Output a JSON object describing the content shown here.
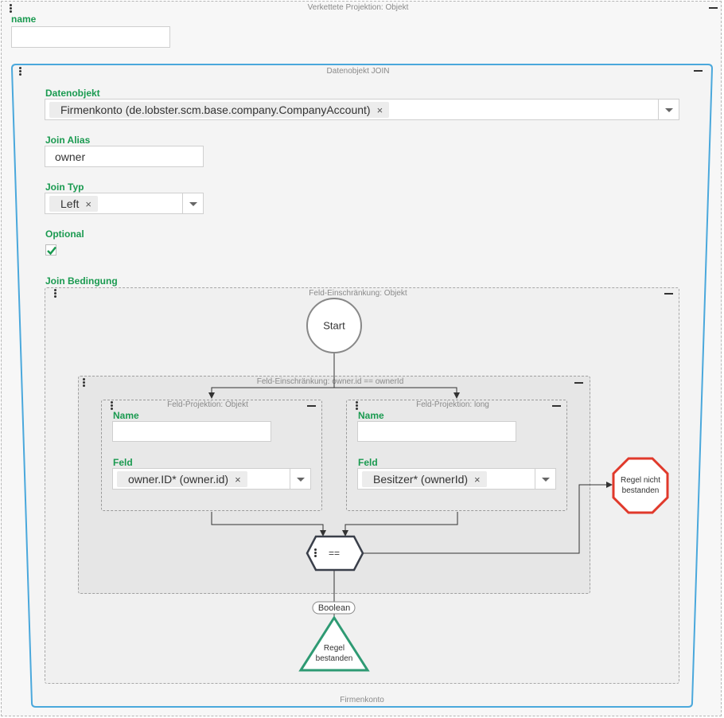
{
  "outer": {
    "title": "Verkettete Projektion: Objekt",
    "name_label": "name",
    "name_value": ""
  },
  "join": {
    "title": "Datenobjekt JOIN",
    "footer": "Firmenkonto",
    "datenobjekt_label": "Datenobjekt",
    "datenobjekt_value": "Firmenkonto (de.lobster.scm.base.company.CompanyAccount)",
    "alias_label": "Join Alias",
    "alias_value": "owner",
    "typ_label": "Join Typ",
    "typ_value": "Left",
    "optional_label": "Optional",
    "optional_checked": true,
    "bedingung_label": "Join Bedingung"
  },
  "feld_einschraenkung": {
    "title": "Feld-Einschränkung: Objekt",
    "start": "Start"
  },
  "inner": {
    "title": "Feld-Einschränkung: owner.id == ownerId"
  },
  "left_proj": {
    "title": "Feld-Projektion: Objekt",
    "name_label": "Name",
    "name_value": "",
    "feld_label": "Feld",
    "feld_value": "owner.ID* (owner.id)"
  },
  "right_proj": {
    "title": "Feld-Projektion: long",
    "name_label": "Name",
    "name_value": "",
    "feld_label": "Feld",
    "feld_value": "Besitzer* (ownerId)"
  },
  "operator": {
    "symbol": "=="
  },
  "boolean_label": "Boolean",
  "fail_node": {
    "text": "Regel nicht bestanden"
  },
  "pass_node": {
    "text": "Regel bestanden"
  },
  "icons": {
    "remove": "×"
  },
  "colors": {
    "accent_green": "#1a9a50",
    "join_border": "#4aa8dc",
    "fail_red": "#e0392b",
    "pass_green": "#2e9a73"
  }
}
